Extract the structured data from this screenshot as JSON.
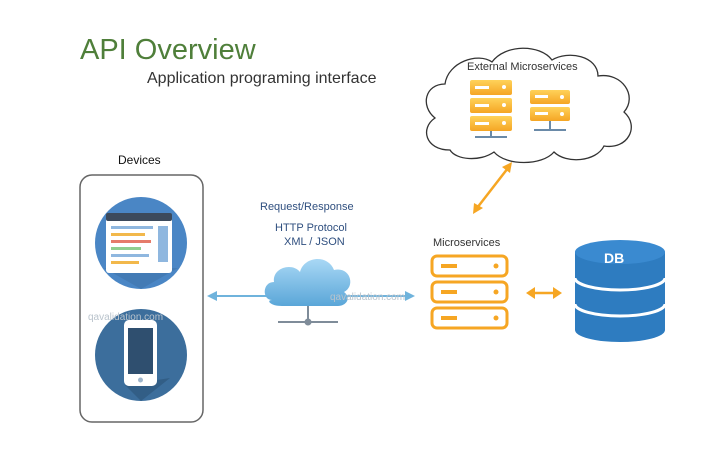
{
  "title": "API Overview",
  "subtitle": "Application programing interface",
  "devices": {
    "label": "Devices"
  },
  "connection": {
    "line1": "Request/Response",
    "line2": "HTTP Protocol",
    "line3": "XML / JSON"
  },
  "microservices": {
    "label": "Microservices"
  },
  "external": {
    "label": "External Microservices"
  },
  "database": {
    "label": "DB"
  },
  "watermark": {
    "text": "qavalidation.com"
  },
  "colors": {
    "title": "#4f7f3a",
    "server_orange": "#f6a623",
    "db_blue": "#2e7cc0",
    "cloud_blue": "#7fc0e8",
    "arrow_blue": "#6fb3dc",
    "device_circle": "#4a86c5",
    "phone_circle": "#3c6e9c"
  }
}
